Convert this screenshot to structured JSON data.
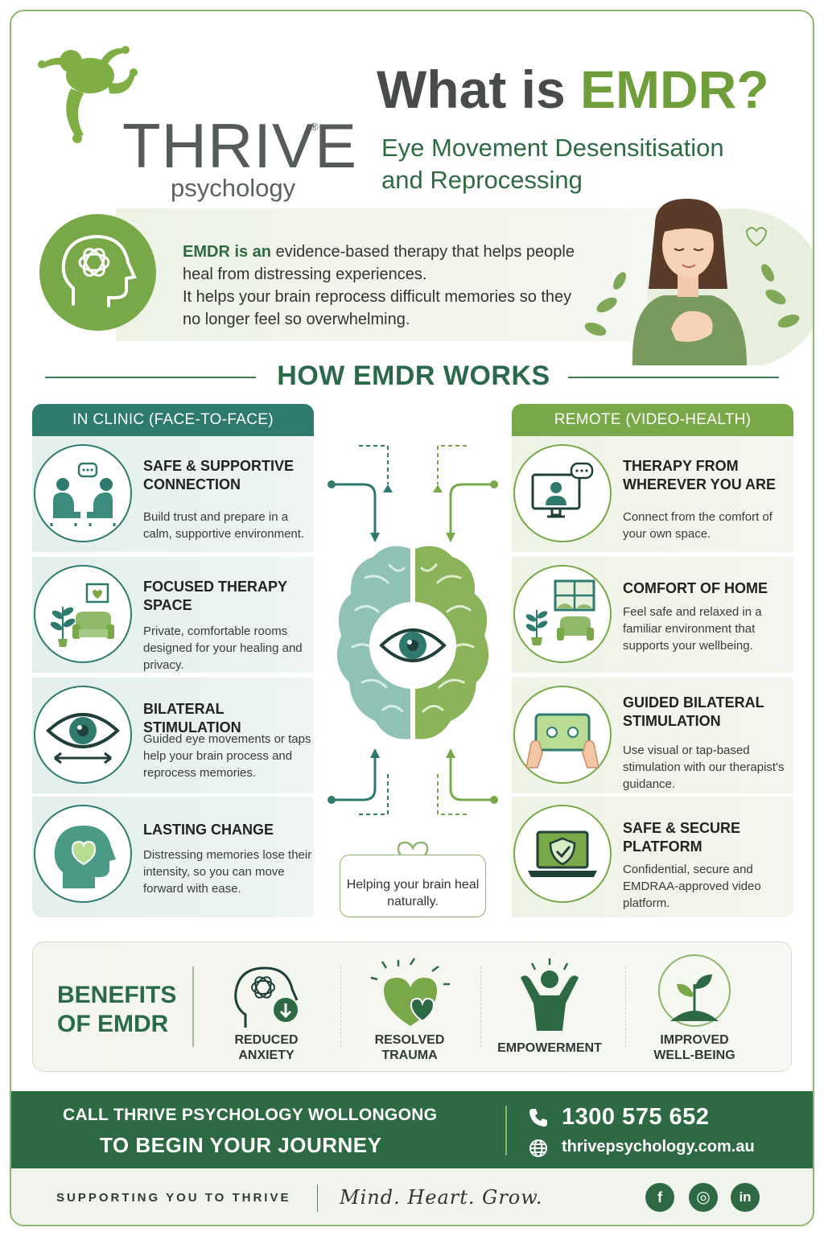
{
  "logo": {
    "name": "THRIVE",
    "registered": "®",
    "sub": "psychology"
  },
  "header": {
    "title_prefix": "What is ",
    "title_accent": "EMDR?",
    "subtitle_line1": "Eye Movement Desensitisation",
    "subtitle_line2": "and Reprocessing"
  },
  "intro": {
    "bold": "EMDR is an",
    "text1": " evidence-based therapy that helps people heal from distressing experiences.",
    "text2": "It helps your brain reprocess difficult memories so they no longer feel so overwhelming."
  },
  "section_title": "HOW EMDR WORKS",
  "clinic": {
    "heading": "IN CLINIC (FACE-TO-FACE)",
    "items": [
      {
        "icon": "people-talking-icon",
        "title": "SAFE & SUPPORTIVE CONNECTION",
        "desc": "Build trust and prepare in a calm, supportive environment."
      },
      {
        "icon": "armchair-plant-icon",
        "title": "FOCUSED THERAPY SPACE",
        "desc": "Private, comfortable rooms designed for your healing and privacy."
      },
      {
        "icon": "eye-arrows-icon",
        "title": "BILATERAL STIMULATION",
        "desc": "Guided eye movements or taps help your brain process and reprocess memories."
      },
      {
        "icon": "head-heart-icon",
        "title": "LASTING CHANGE",
        "desc": "Distressing memories lose their intensity, so you can move forward with ease."
      }
    ]
  },
  "remote": {
    "heading": "REMOTE (VIDEO-HEALTH)",
    "items": [
      {
        "icon": "video-call-icon",
        "title": "THERAPY FROM WHEREVER YOU ARE",
        "desc": "Connect from the comfort of your own space."
      },
      {
        "icon": "home-window-icon",
        "title": "COMFORT OF HOME",
        "desc": "Feel safe and relaxed in a familiar environment that supports your wellbeing."
      },
      {
        "icon": "tablet-hands-icon",
        "title": "GUIDED BILATERAL STIMULATION",
        "desc": "Use visual or tap-based stimulation with our therapist's guidance."
      },
      {
        "icon": "laptop-shield-icon",
        "title": "SAFE & SECURE PLATFORM",
        "desc": "Confidential, secure and EMDRAA-approved video platform."
      }
    ]
  },
  "center_caption": "Helping your brain heal naturally.",
  "benefits": {
    "title_line1": "BENEFITS",
    "title_line2": "OF EMDR",
    "items": [
      {
        "icon": "head-down-arrow-icon",
        "line1": "REDUCED",
        "line2": "ANXIETY"
      },
      {
        "icon": "hearts-icon",
        "line1": "RESOLVED",
        "line2": "TRAUMA"
      },
      {
        "icon": "person-raised-arms-icon",
        "line1": "EMPOWERMENT",
        "line2": ""
      },
      {
        "icon": "sprout-icon",
        "line1": "IMPROVED",
        "line2": "WELL-BEING"
      }
    ]
  },
  "call": {
    "line1": "CALL THRIVE PSYCHOLOGY WOLLONGONG",
    "line2": "TO BEGIN YOUR JOURNEY",
    "phone": "1300 575 652",
    "website": "thrivepsychology.com.au"
  },
  "footer": {
    "tagline": "SUPPORTING YOU TO THRIVE",
    "script": "Mind. Heart. Grow.",
    "social": [
      "f",
      "◎",
      "in"
    ]
  },
  "colors": {
    "teal": "#2e7a6e",
    "green": "#78a847",
    "dark_green": "#2d6a44"
  }
}
